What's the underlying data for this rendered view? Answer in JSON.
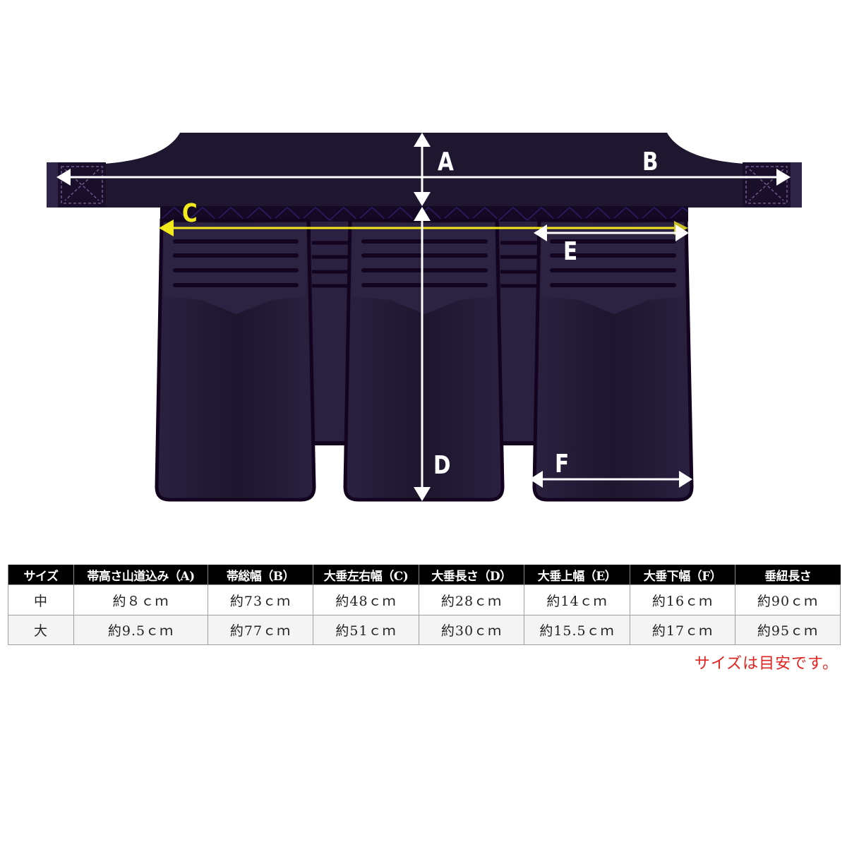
{
  "diagram": {
    "subject": "kendo tare (waist protector) dimension diagram",
    "colors": {
      "body": "#1f1630",
      "panel": "#2a2140",
      "outline": "#12041f",
      "arrow_white": "#ffffff",
      "arrow_yellow": "#f3ea1c"
    },
    "labels": {
      "a": "A",
      "b": "B",
      "c": "C",
      "d": "D",
      "e": "E",
      "f": "F"
    }
  },
  "table": {
    "headers": [
      "サイズ",
      "帯高さ山道込み（A)",
      "帯総幅（B）",
      "大垂左右幅（C)",
      "大垂長さ（D）",
      "大垂上幅（E）",
      "大垂下幅（F）",
      "垂紐長さ"
    ],
    "rows": [
      [
        "中",
        "約８ｃｍ",
        "約73ｃｍ",
        "約48ｃｍ",
        "約28ｃｍ",
        "約14ｃｍ",
        "約16ｃｍ",
        "約90ｃｍ"
      ],
      [
        "大",
        "約9.5ｃｍ",
        "約77ｃｍ",
        "約51ｃｍ",
        "約30ｃｍ",
        "約15.5ｃｍ",
        "約17ｃｍ",
        "約95ｃｍ"
      ]
    ],
    "colors": {
      "header_bg": "#000000",
      "header_text": "#ffffff",
      "row_alt_bg": "#f4f4f4"
    }
  },
  "note": {
    "text": "サイズは目安です。",
    "color": "#e0231f"
  }
}
